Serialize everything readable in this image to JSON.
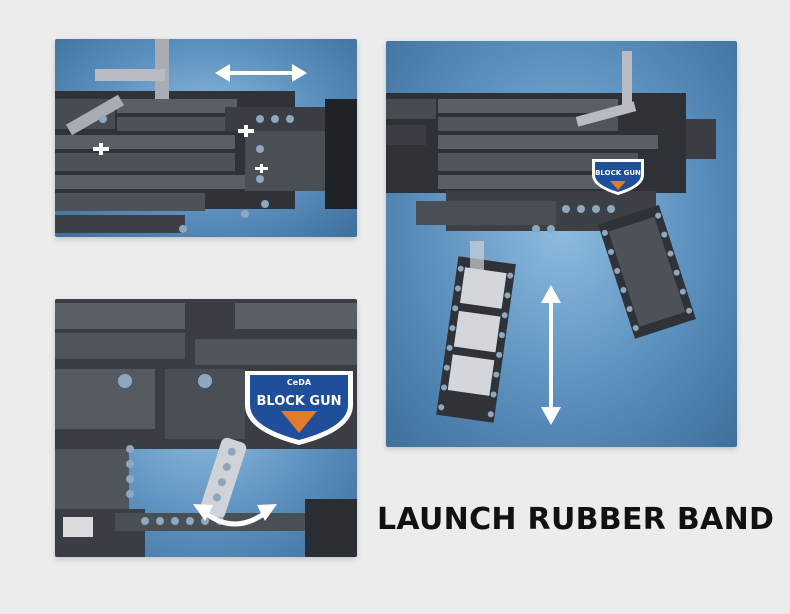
{
  "caption": "LAUNCH RUBBER BAND",
  "badge": {
    "brand": "BLOCK GUN",
    "top_mark": "CeDA"
  },
  "arrows": {
    "top_left": "horizontal-double-arrow",
    "bottom_left": "curved-double-arrow",
    "right": "vertical-double-arrow"
  },
  "colors": {
    "background": "#ececec",
    "panel_blue": "#5b8fbd",
    "brick_dark": "#3b3f44",
    "brick_mid": "#555a60",
    "badge_blue": "#1f4f9a",
    "badge_orange": "#e27a2c"
  }
}
